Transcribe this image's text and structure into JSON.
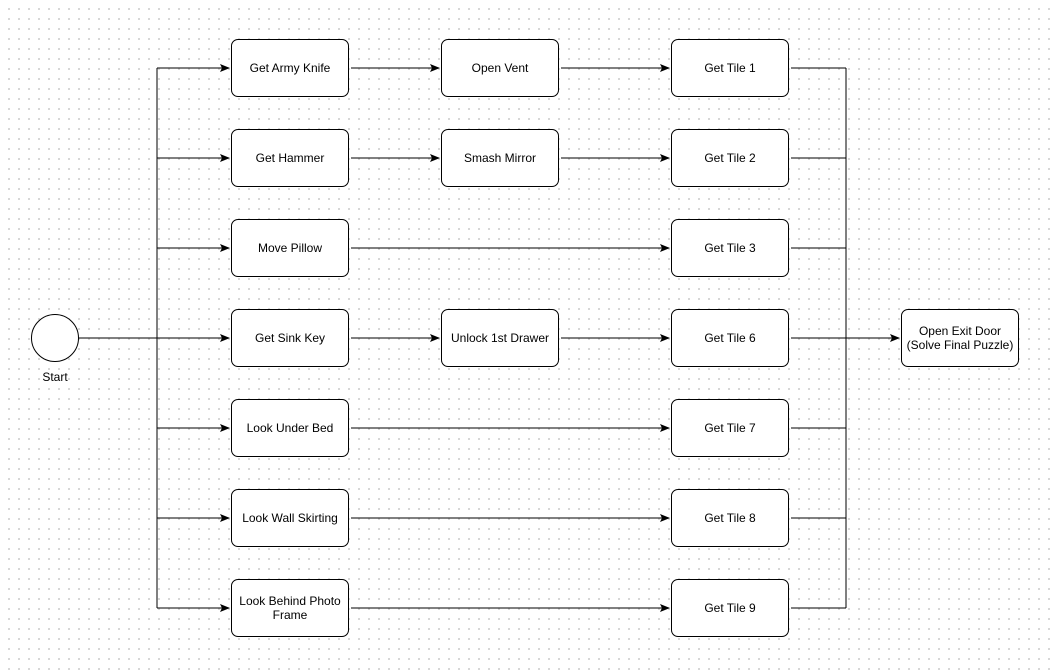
{
  "start": {
    "label": "Start"
  },
  "steps": {
    "army_knife": "Get Army Knife",
    "open_vent": "Open Vent",
    "tile_1": "Get Tile 1",
    "hammer": "Get Hammer",
    "smash_mirror": "Smash Mirror",
    "tile_2": "Get Tile 2",
    "move_pillow": "Move Pillow",
    "tile_3": "Get Tile 3",
    "sink_key": "Get Sink Key",
    "unlock_drawer": "Unlock 1st Drawer",
    "tile_6": "Get Tile 6",
    "under_bed": "Look Under Bed",
    "tile_7": "Get Tile 7",
    "wall_skirting": "Look Wall Skirting",
    "tile_8": "Get Tile 8",
    "photo_frame_line1": "Look Behind Photo",
    "photo_frame_line2": "Frame",
    "tile_9": "Get Tile 9"
  },
  "final": {
    "line1": "Open Exit Door",
    "line2": "(Solve Final Puzzle)"
  }
}
